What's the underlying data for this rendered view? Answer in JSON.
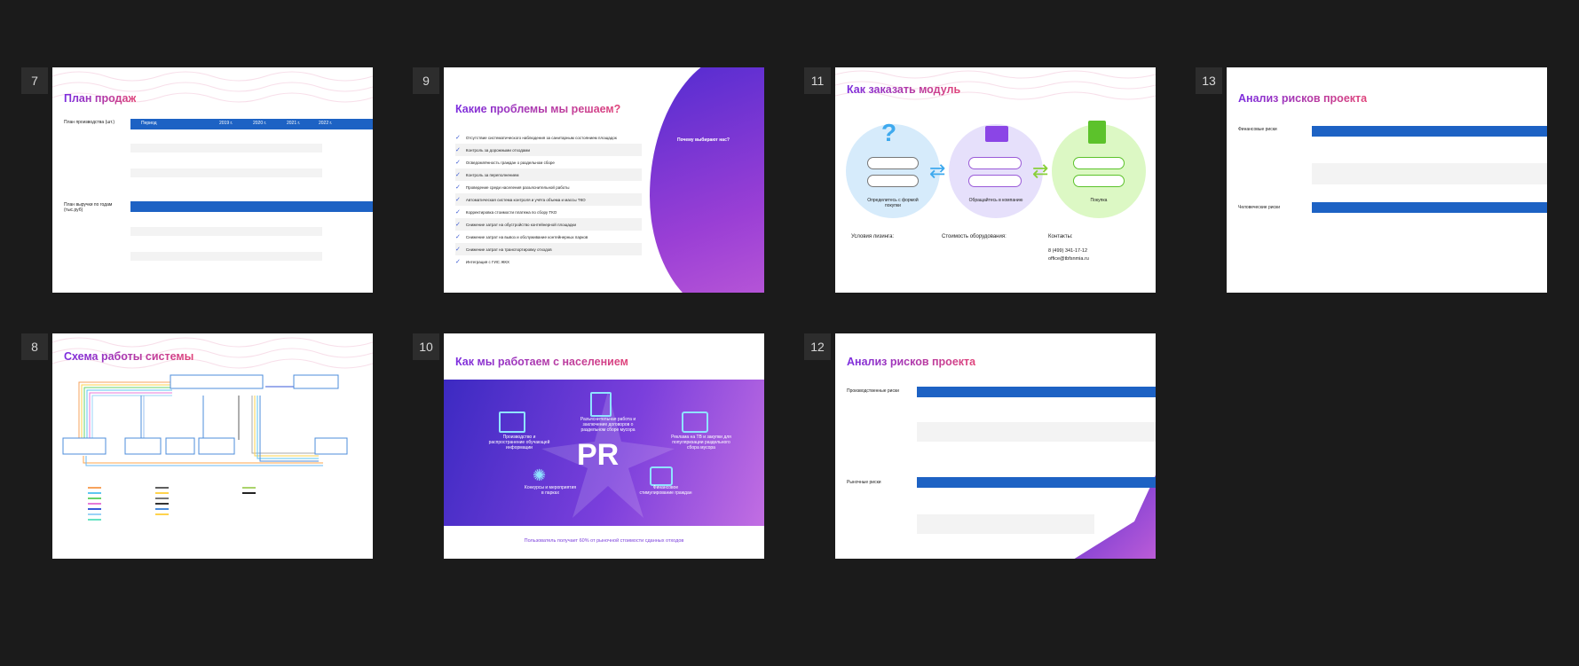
{
  "slides": [
    {
      "num": "7",
      "title": "План продаж",
      "label_a": "План производства (шт.)",
      "label_b": "План выручки по годам (тыс.руб)",
      "col_a": "Период",
      "col_b": "2019 г.",
      "col_c": "2020 г.",
      "col_d": "2021 г.",
      "col_e": "2022 г."
    },
    {
      "num": "9",
      "title": "Какие проблемы мы решаем?",
      "side_title": "Почему выбирают нас?",
      "items": [
        "Отсутствие систематического наблюдения за санитарным состоянием площадок",
        "Контроль за дорожными отходами",
        "Осведомлённость граждан о раздельном сборе",
        "Контроль за переполнением",
        "Проведение среди населения разъяснительной работы",
        "Автоматическая система контроля и учёта объема и массы ТКО",
        "Корректировка стоимости платежа по сбору ТКО",
        "Снижение затрат на обустройство контейнерной площадки",
        "Снижение затрат на вывоз и обслуживание контейнерных парков",
        "Снижение затрат на транспортировку отходов",
        "Интеграция с ГИС ЖКХ"
      ]
    },
    {
      "num": "11",
      "title": "Как заказать модуль",
      "c1": "Определитесь с формой покупки",
      "c2": "Обращайтесь в компанию",
      "c3": "Покупка",
      "t1": "Условия лизинга:",
      "t2": "Стоимость оборудования:",
      "t3": "Контакты:",
      "phone": "8 (499) 341-17-12",
      "email": "office@tbfsnmia.ru"
    },
    {
      "num": "13",
      "title": "Анализ рисков проекта",
      "label_a": "Финансовые риски",
      "label_b": "Человеческие риски"
    },
    {
      "num": "8",
      "title": "Схема работы системы"
    },
    {
      "num": "10",
      "title": "Как мы работаем с населением",
      "center": "PR",
      "b1": "Производство и распространение обучающей информации",
      "b2": "Разъяснительная работа и заключение договоров о раздельном сборе мусора",
      "b3": "Реклама на ТВ и закупки для популяризации раздельного сбора мусора",
      "b4": "Конкурсы и мероприятия в парках",
      "b5": "Финансовое стимулирование граждан",
      "footer": "Пользователь получает 60% от рыночной стоимости сданных отходов"
    },
    {
      "num": "12",
      "title": "Анализ рисков проекта",
      "label_a": "Производственные риски",
      "label_b": "Рыночные риски"
    }
  ],
  "colors": {
    "bg": "#1b1b1b",
    "accent_blue": "#1d62c4",
    "accent_purple": "#7b2cdf",
    "accent_pink": "#e0447a"
  }
}
